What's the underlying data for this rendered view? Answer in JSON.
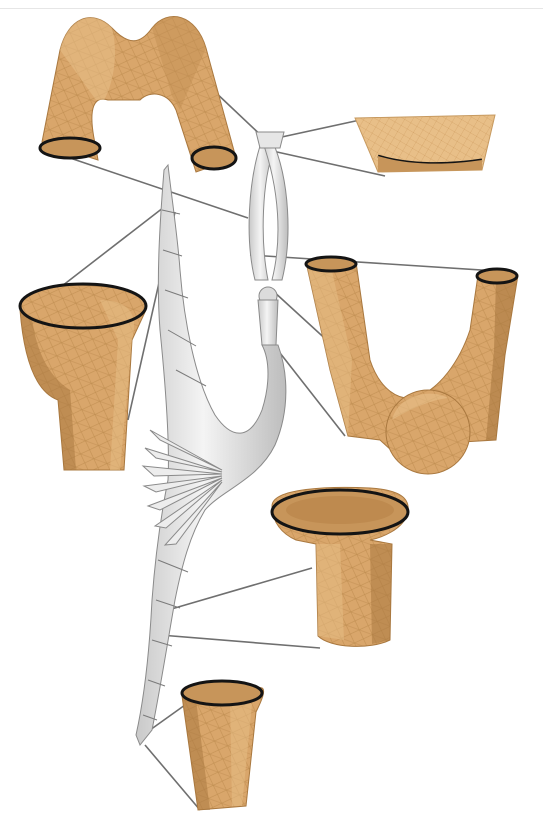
{
  "figure": {
    "kind": "mesh-segmentation-diagram",
    "colors": {
      "part_fill": "#d9a66b",
      "part_shade": "#b88448",
      "part_light": "#e8bf88",
      "skeleton_fill": "#eeeeee",
      "skeleton_stroke": "#8a8a8a",
      "connector": "#6f6f6f",
      "boundary": "#141414"
    },
    "parts": [
      {
        "name": "arch-part"
      },
      {
        "name": "flat-slab-part"
      },
      {
        "name": "u-tube-part"
      },
      {
        "name": "wide-cup-part"
      },
      {
        "name": "pedestal-part"
      },
      {
        "name": "small-cup-part"
      }
    ]
  }
}
